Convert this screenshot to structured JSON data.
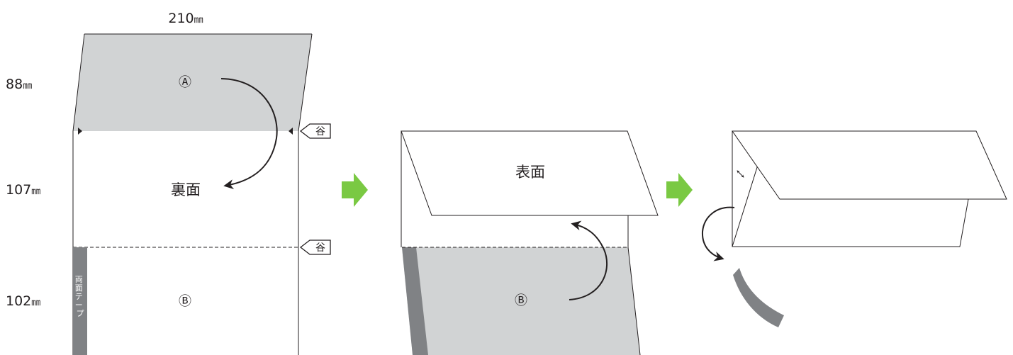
{
  "dimensions": {
    "width": {
      "value": "210",
      "unit": "㎜"
    },
    "panel_a": {
      "value": "88",
      "unit": "㎜"
    },
    "panel_middle": {
      "value": "107",
      "unit": "㎜"
    },
    "panel_b": {
      "value": "102",
      "unit": "㎜"
    }
  },
  "labels": {
    "panel_a": "Ⓐ",
    "panel_b": "Ⓑ",
    "back_side": "裏面",
    "front_side": "表面",
    "valley_fold": "谷",
    "double_sided_tape": [
      "両",
      "面",
      "テ",
      "ー",
      "プ"
    ]
  },
  "colors": {
    "panel_fill": "#d1d3d4",
    "tape_fill": "#808285",
    "flow_arrow": "#7ac943",
    "line": "#231f20"
  },
  "icons": [
    "curved-arrow-icon",
    "flow-arrow-icon",
    "valley-fold-tag-icon",
    "double-arrow-icon"
  ]
}
